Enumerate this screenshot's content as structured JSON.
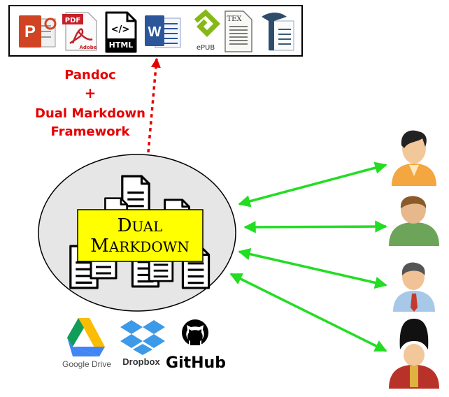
{
  "formats_bar": {
    "pdf_label": "PDF",
    "adobe_label": "Adobe",
    "html_label": "HTML",
    "epub_label": "ePUB",
    "tex_label": "TEX"
  },
  "annotation": {
    "line1": "Pandoc",
    "line2": "+",
    "line3": "Dual Markdown",
    "line4": "Framework"
  },
  "center": {
    "title_line1": "Dual",
    "title_line2": "Markdown"
  },
  "services": {
    "google_drive": "Google Drive",
    "dropbox": "Dropbox",
    "github": "GitHub"
  },
  "colors": {
    "annotation_red": "#e60000",
    "arrow_green": "#22dd22",
    "ellipse_fill": "#e6e6e6",
    "title_box_fill": "#ffff00"
  }
}
